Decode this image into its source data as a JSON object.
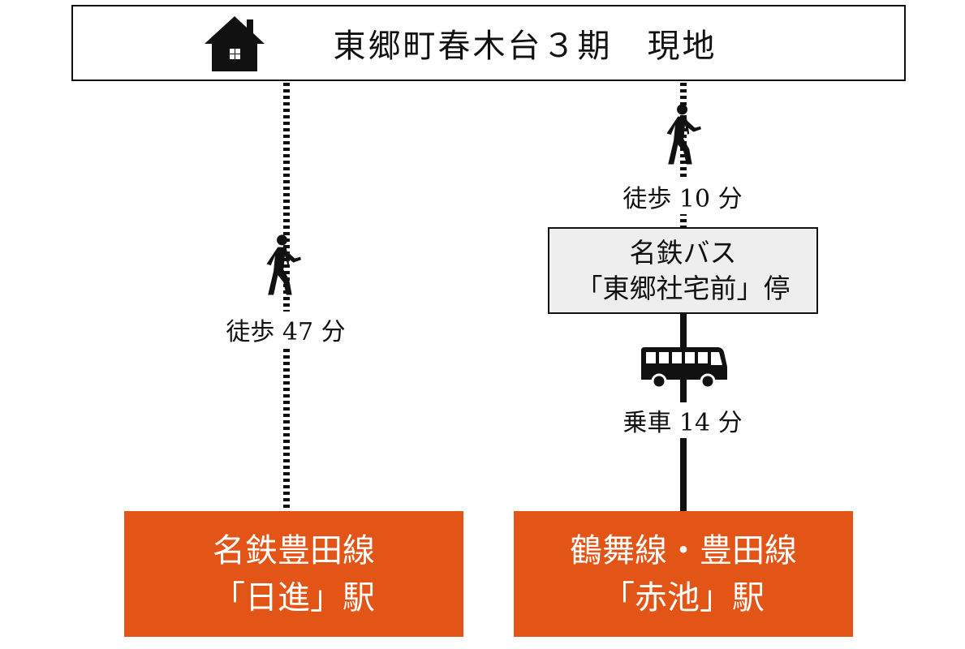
{
  "destination": {
    "title": "東郷町春木台３期　現地",
    "icon": "house-icon"
  },
  "left_route": {
    "walk": {
      "icon": "walking-person-icon",
      "label": "徒歩 47 分"
    },
    "station": {
      "line1": "名鉄豊田線",
      "line2": "「日進」駅"
    }
  },
  "right_route": {
    "walk": {
      "icon": "walking-person-icon",
      "label": "徒歩 10 分"
    },
    "bus_stop": {
      "line1": "名鉄バス",
      "line2": "「東郷社宅前」停"
    },
    "bus": {
      "icon": "bus-icon",
      "label": "乗車 14 分"
    },
    "station": {
      "line1": "鶴舞線・豊田線",
      "line2": "「赤池」駅"
    }
  },
  "colors": {
    "station_fill": "#e35417",
    "bus_stop_fill": "#eeeeee",
    "line": "#111111"
  }
}
